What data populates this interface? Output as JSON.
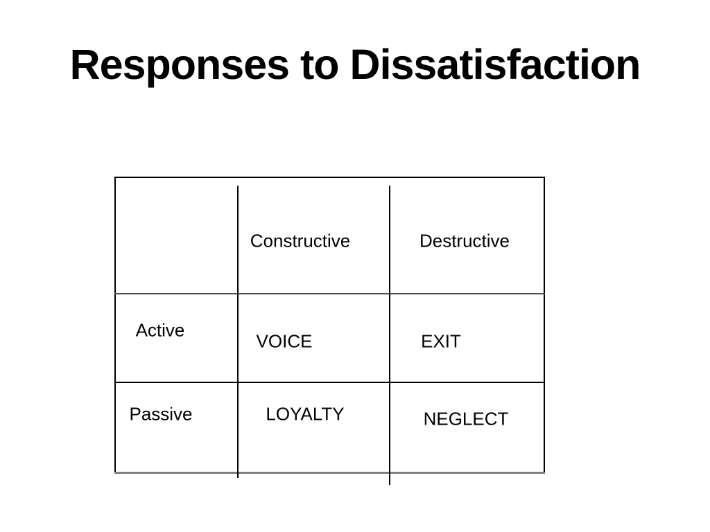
{
  "slide": {
    "title": "Responses to Dissatisfaction",
    "matrix": {
      "column_headers": [
        "Constructive",
        "Destructive"
      ],
      "row_headers": [
        "Active",
        "Passive"
      ],
      "cells": [
        [
          "VOICE",
          "EXIT"
        ],
        [
          "LOYALTY",
          "NEGLECT"
        ]
      ]
    },
    "colors": {
      "background": "#ffffff",
      "text": "#000000",
      "grid_line": "#000000",
      "grid_line_dark_gray": "#4d4d4d",
      "grid_line_gray": "#808080"
    }
  }
}
